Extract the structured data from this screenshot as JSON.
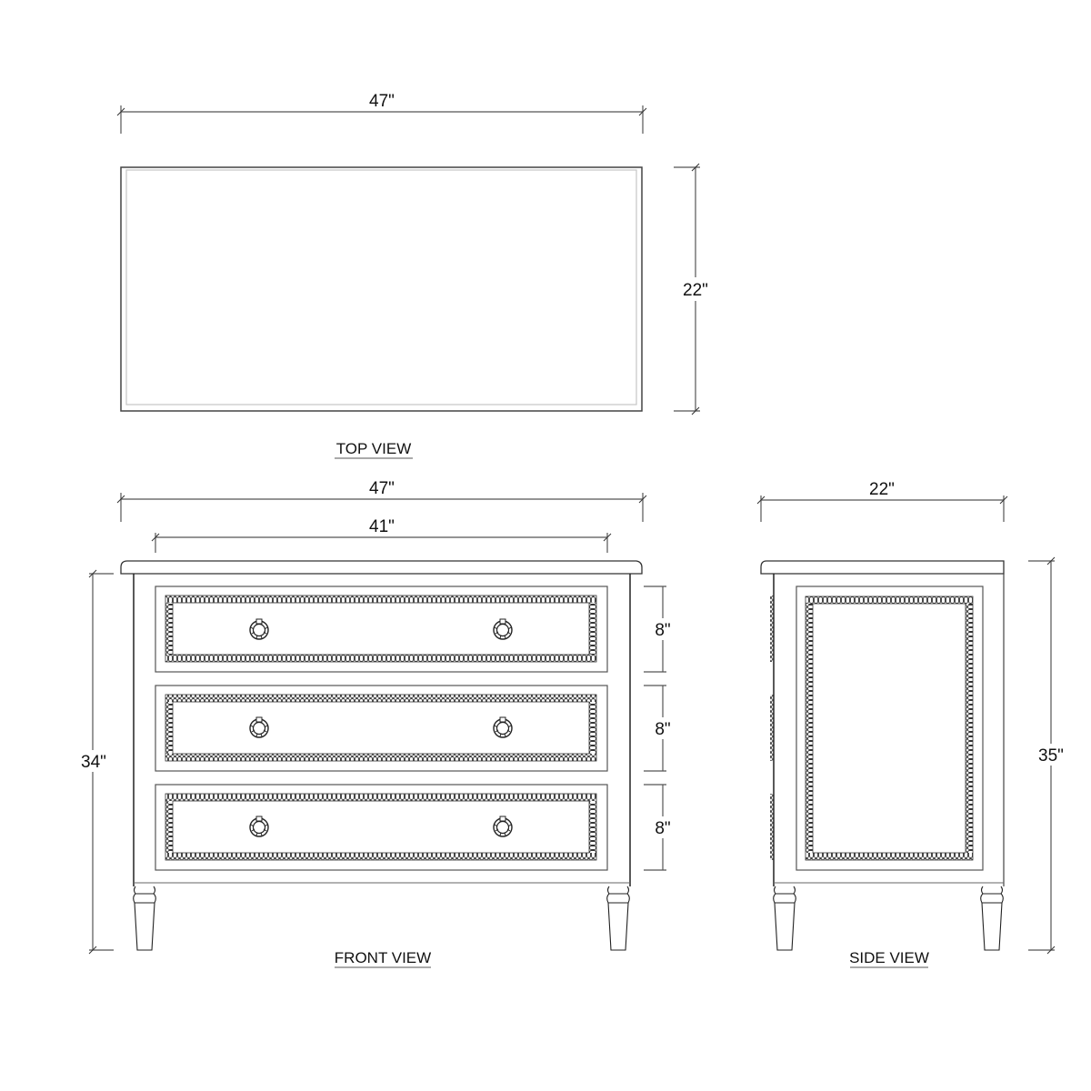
{
  "views": {
    "top": {
      "label": "TOP VIEW",
      "width_dim": "47\"",
      "depth_dim": "22\""
    },
    "front": {
      "label": "FRONT VIEW",
      "overall_width_dim": "47\"",
      "inner_width_dim": "41\"",
      "height_dim": "34\"",
      "drawer_dims": [
        "8\"",
        "8\"",
        "8\""
      ]
    },
    "side": {
      "label": "SIDE VIEW",
      "depth_dim": "22\"",
      "height_dim": "35\""
    }
  },
  "colors": {
    "line": "#333333",
    "dim_line": "#555555",
    "light_line": "#bbbbbb",
    "background": "#ffffff"
  }
}
